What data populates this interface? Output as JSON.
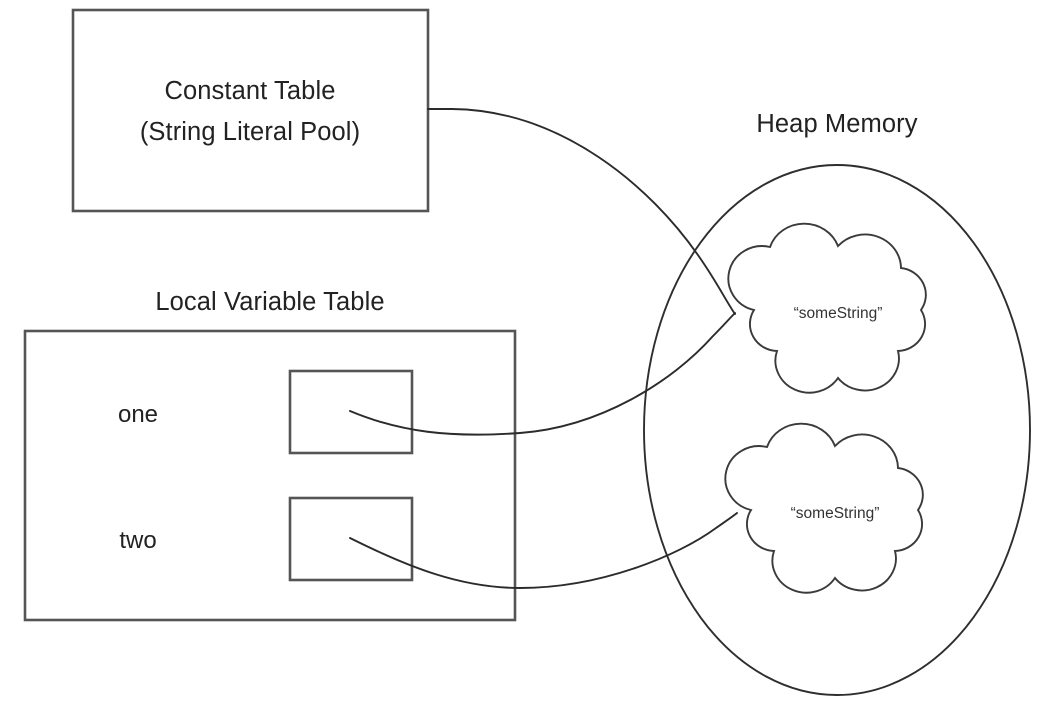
{
  "diagram": {
    "title_constant_table_line1": "Constant Table",
    "title_constant_table_line2": "(String Literal Pool)",
    "title_local_variable_table": "Local Variable Table",
    "title_heap_memory": "Heap Memory",
    "variables": [
      {
        "name": "one",
        "slot_label": ""
      },
      {
        "name": "two",
        "slot_label": ""
      }
    ],
    "heap_objects": [
      {
        "value": "“someString”"
      },
      {
        "value": "“someString”"
      }
    ],
    "colors": {
      "background": "#ffffff",
      "box_border": "#555555",
      "shape_border": "#3a3a3a",
      "connector": "#2b2b2b",
      "text": "#222222"
    }
  }
}
